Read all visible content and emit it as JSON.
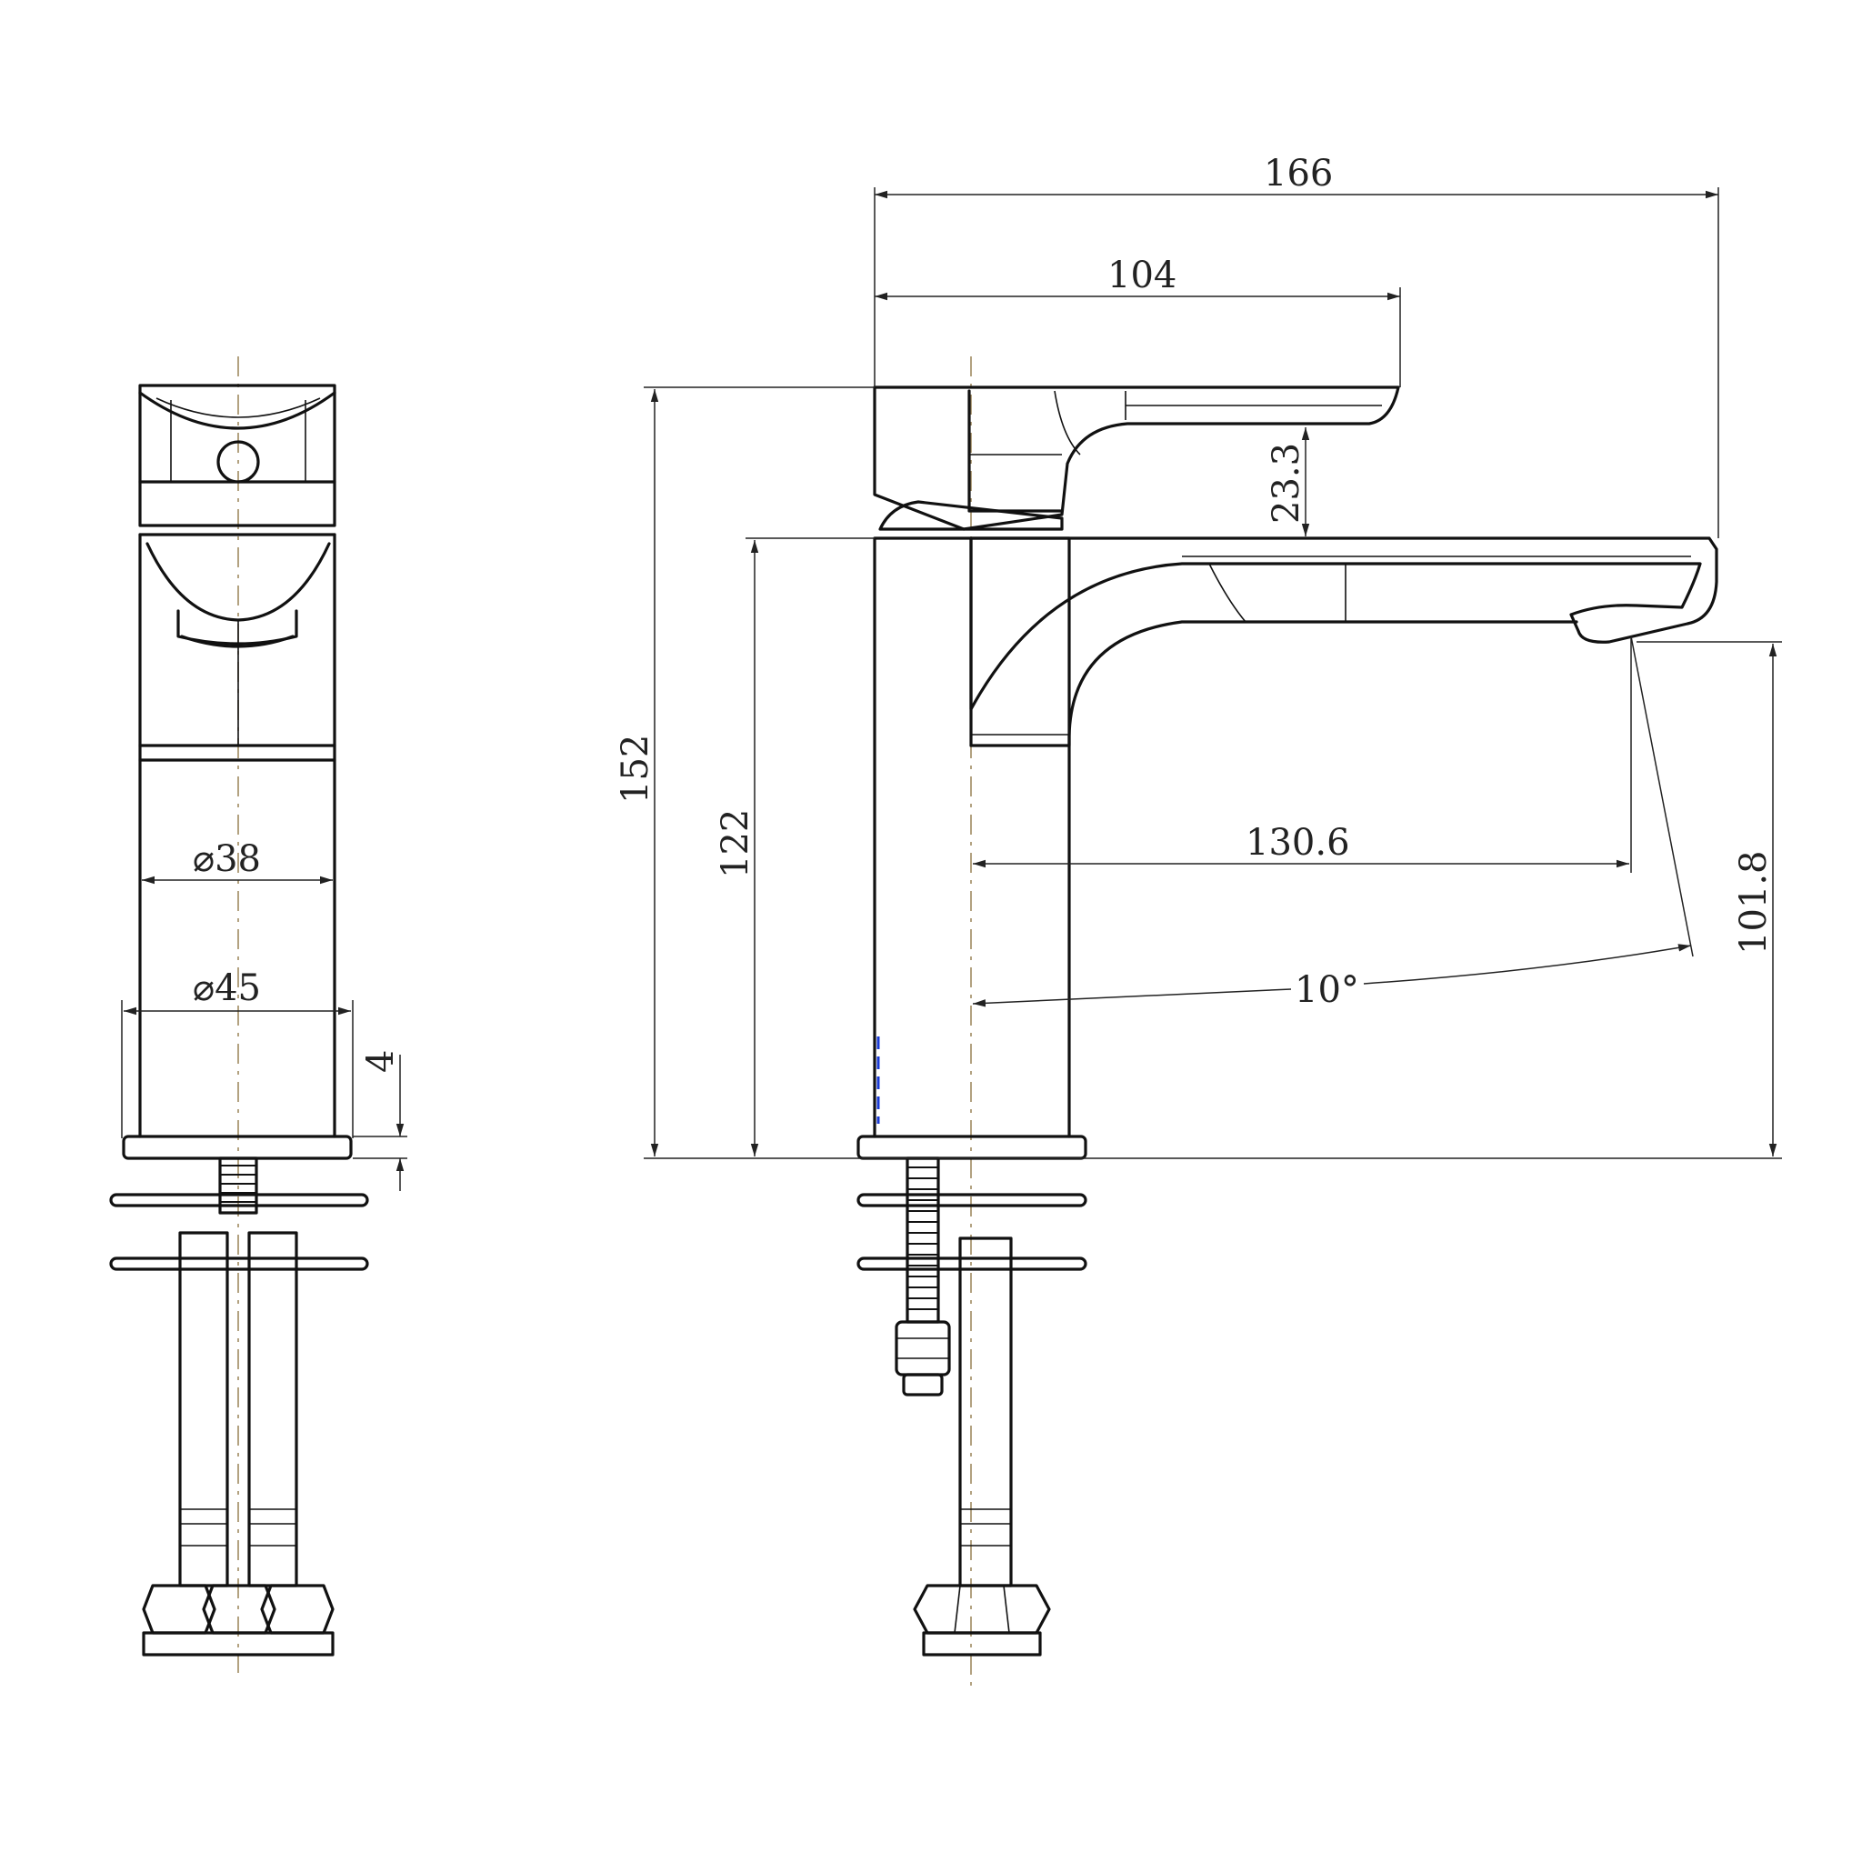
{
  "dimensions": {
    "overall_length": "166",
    "lever_length": "104",
    "overall_height": "152",
    "body_height": "122",
    "spout_reach": "130.6",
    "outlet_height": "101.8",
    "lever_offset": "23.3",
    "spout_angle": "10°",
    "base_thickness": "4",
    "body_diameter": "38",
    "base_diameter": "45",
    "diameter_symbol": "⌀"
  },
  "colors": {
    "line": "#111111",
    "dimension": "#222222",
    "centerline": "#a08a60",
    "marker": "#1a3bd6"
  }
}
